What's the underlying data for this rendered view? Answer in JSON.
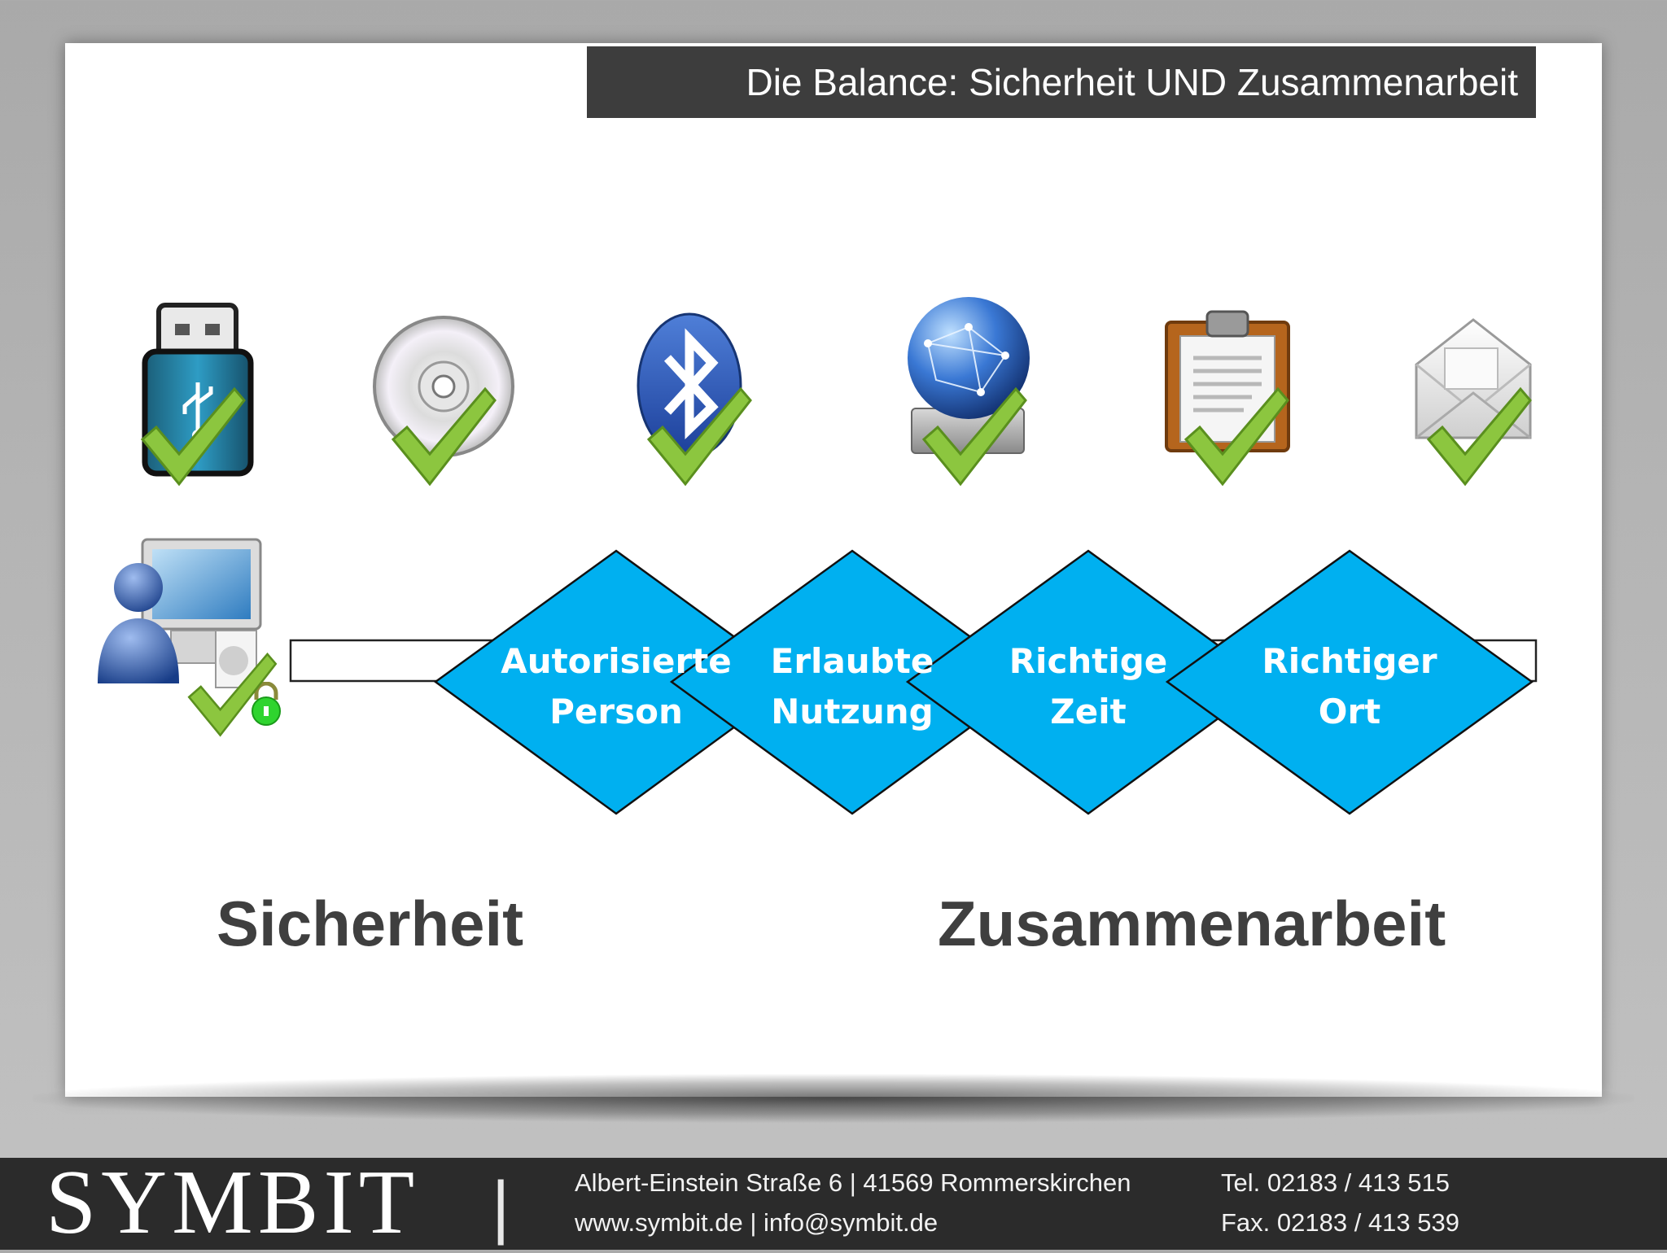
{
  "slide": {
    "title": "Die Balance: Sicherheit UND Zusammenarbeit",
    "left_label": "Sicherheit",
    "right_label": "Zusammenarbeit"
  },
  "icons": [
    {
      "name": "usb-stick-icon",
      "check": true
    },
    {
      "name": "cd-disc-icon",
      "check": true
    },
    {
      "name": "bluetooth-icon",
      "check": true
    },
    {
      "name": "network-globe-drive-icon",
      "check": true
    },
    {
      "name": "clipboard-icon",
      "check": true
    },
    {
      "name": "email-envelope-icon",
      "check": true
    }
  ],
  "diagram": {
    "fill_color": "#00b0f0",
    "steps": [
      {
        "line1": "Autorisierte",
        "line2": "Person"
      },
      {
        "line1": "Erlaubte",
        "line2": "Nutzung"
      },
      {
        "line1": "Richtige",
        "line2": "Zeit"
      },
      {
        "line1": "Richtiger",
        "line2": "Ort"
      }
    ]
  },
  "footer": {
    "brand": "SYMBIT",
    "separator": "|",
    "address": "Albert-Einstein Straße 6 | 41569 Rommerskirchen",
    "web": "www.symbit.de | info@symbit.de",
    "tel": "Tel.  02183 / 413 515",
    "fax": "Fax. 02183 / 413 539"
  },
  "colors": {
    "title_bar": "#3d3d3d",
    "checkmark": "#8cc63f",
    "footer_bg": "#2b2b2b"
  }
}
